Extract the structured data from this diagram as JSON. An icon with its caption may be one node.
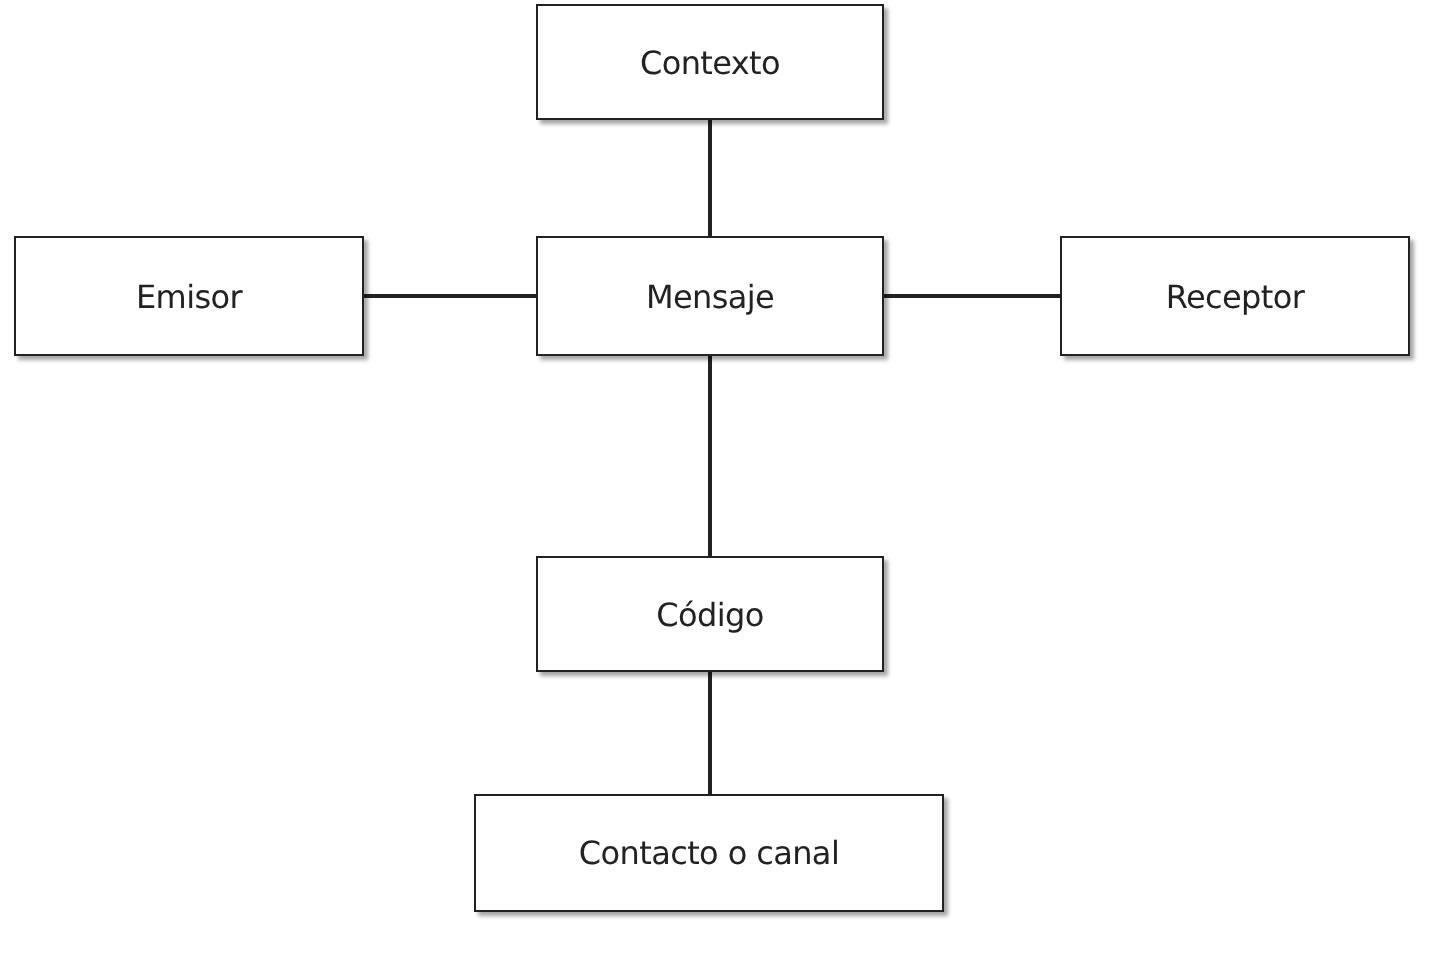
{
  "diagram": {
    "nodes": [
      {
        "text": [
          "Contexto"
        ]
      },
      {
        "text": [
          "Emisor"
        ]
      },
      {
        "text": [
          "Mensaje"
        ]
      },
      {
        "text": [
          "Receptor"
        ]
      },
      {
        "text": [
          "Código"
        ]
      },
      {
        "text": [
          "Contacto o canal"
        ]
      }
    ],
    "edges": [
      {
        "from": 0,
        "to": 2,
        "arrow": "none"
      },
      {
        "from": 1,
        "to": 2,
        "arrow": "none"
      },
      {
        "from": 2,
        "to": 3,
        "arrow": "none"
      },
      {
        "from": 2,
        "to": 4,
        "arrow": "none"
      },
      {
        "from": 4,
        "to": 5,
        "arrow": "none"
      }
    ]
  }
}
